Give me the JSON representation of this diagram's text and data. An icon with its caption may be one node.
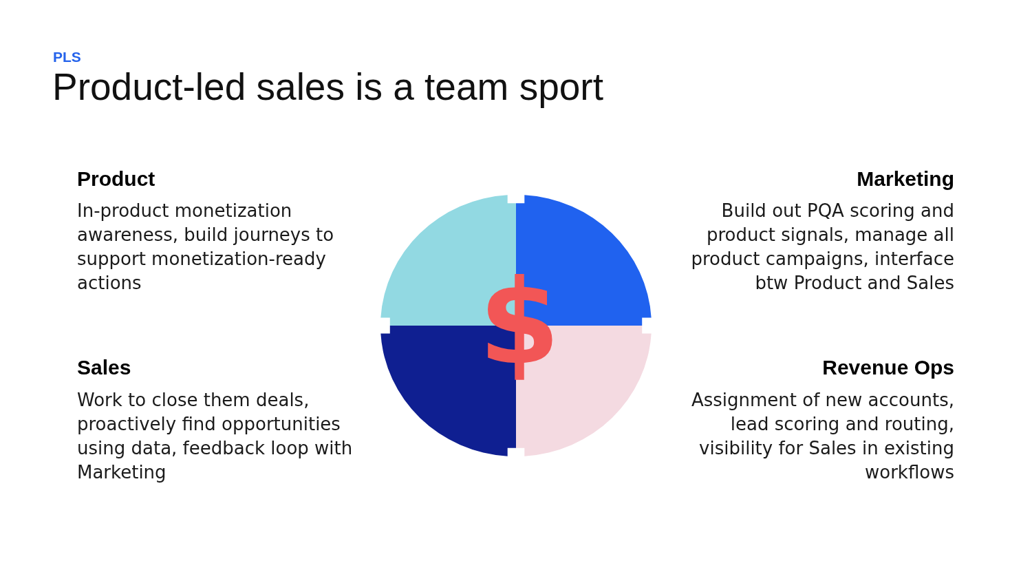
{
  "diagram": {
    "title": "Product-led sales is a team sport",
    "labels": [
      "PLS",
      "Product",
      "In-product monetization awareness, build journeys to support monetization-ready actions",
      "Marketing",
      "Build out PQA scoring and product signals, manage all product campaigns, interface btw Product and Sales",
      "$",
      "Sales",
      "Work to close them deals, proactively find opportunities using data, feedback loop with Marketing",
      "Revenue Ops",
      "Assignment of new accounts, lead scoring and routing, visibility for Sales in existing workflows"
    ]
  }
}
